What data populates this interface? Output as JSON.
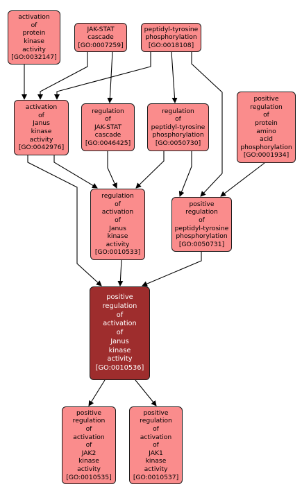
{
  "colors": {
    "node_fill": "#fa8c8c",
    "focus_fill": "#9e2d2d",
    "edge": "#000000"
  },
  "nodes": {
    "go0032147": {
      "lines": [
        "activation",
        "of",
        "protein",
        "kinase",
        "activity",
        "[GO:0032147]"
      ]
    },
    "go0007259": {
      "lines": [
        "JAK-STAT",
        "cascade",
        "[GO:0007259]"
      ]
    },
    "go0018108": {
      "lines": [
        "peptidyl-tyrosine",
        "phosphorylation",
        "[GO:0018108]"
      ]
    },
    "go0042976": {
      "lines": [
        "activation",
        "of",
        "Janus",
        "kinase",
        "activity",
        "[GO:0042976]"
      ]
    },
    "go0046425": {
      "lines": [
        "regulation",
        "of",
        "JAK-STAT",
        "cascade",
        "[GO:0046425]"
      ]
    },
    "go0050730": {
      "lines": [
        "regulation",
        "of",
        "peptidyl-tyrosine",
        "phosphorylation",
        "[GO:0050730]"
      ]
    },
    "go0001934": {
      "lines": [
        "positive",
        "regulation",
        "of",
        "protein",
        "amino",
        "acid",
        "phosphorylation",
        "[GO:0001934]"
      ]
    },
    "go0010533": {
      "lines": [
        "regulation",
        "of",
        "activation",
        "of",
        "Janus",
        "kinase",
        "activity",
        "[GO:0010533]"
      ]
    },
    "go0050731": {
      "lines": [
        "positive",
        "regulation",
        "of",
        "peptidyl-tyrosine",
        "phosphorylation",
        "[GO:0050731]"
      ]
    },
    "go0010536": {
      "lines": [
        "positive",
        "regulation",
        "of",
        "activation",
        "of",
        "Janus",
        "kinase",
        "activity",
        "[GO:0010536]"
      ]
    },
    "go0010535": {
      "lines": [
        "positive",
        "regulation",
        "of",
        "activation",
        "of",
        "JAK2",
        "kinase",
        "activity",
        "[GO:0010535]"
      ]
    },
    "go0010537": {
      "lines": [
        "positive",
        "regulation",
        "of",
        "activation",
        "of",
        "JAK1",
        "kinase",
        "activity",
        "[GO:0010537]"
      ]
    }
  },
  "edges": [
    [
      "go0032147",
      "go0042976"
    ],
    [
      "go0007259",
      "go0042976"
    ],
    [
      "go0007259",
      "go0046425"
    ],
    [
      "go0018108",
      "go0042976"
    ],
    [
      "go0018108",
      "go0050730"
    ],
    [
      "go0018108",
      "go0050731"
    ],
    [
      "go0042976",
      "go0010533"
    ],
    [
      "go0042976",
      "go0010536"
    ],
    [
      "go0046425",
      "go0010533"
    ],
    [
      "go0050730",
      "go0010533"
    ],
    [
      "go0050730",
      "go0050731"
    ],
    [
      "go0001934",
      "go0050731"
    ],
    [
      "go0010533",
      "go0010536"
    ],
    [
      "go0050731",
      "go0010536"
    ],
    [
      "go0010536",
      "go0010535"
    ],
    [
      "go0010536",
      "go0010537"
    ]
  ]
}
